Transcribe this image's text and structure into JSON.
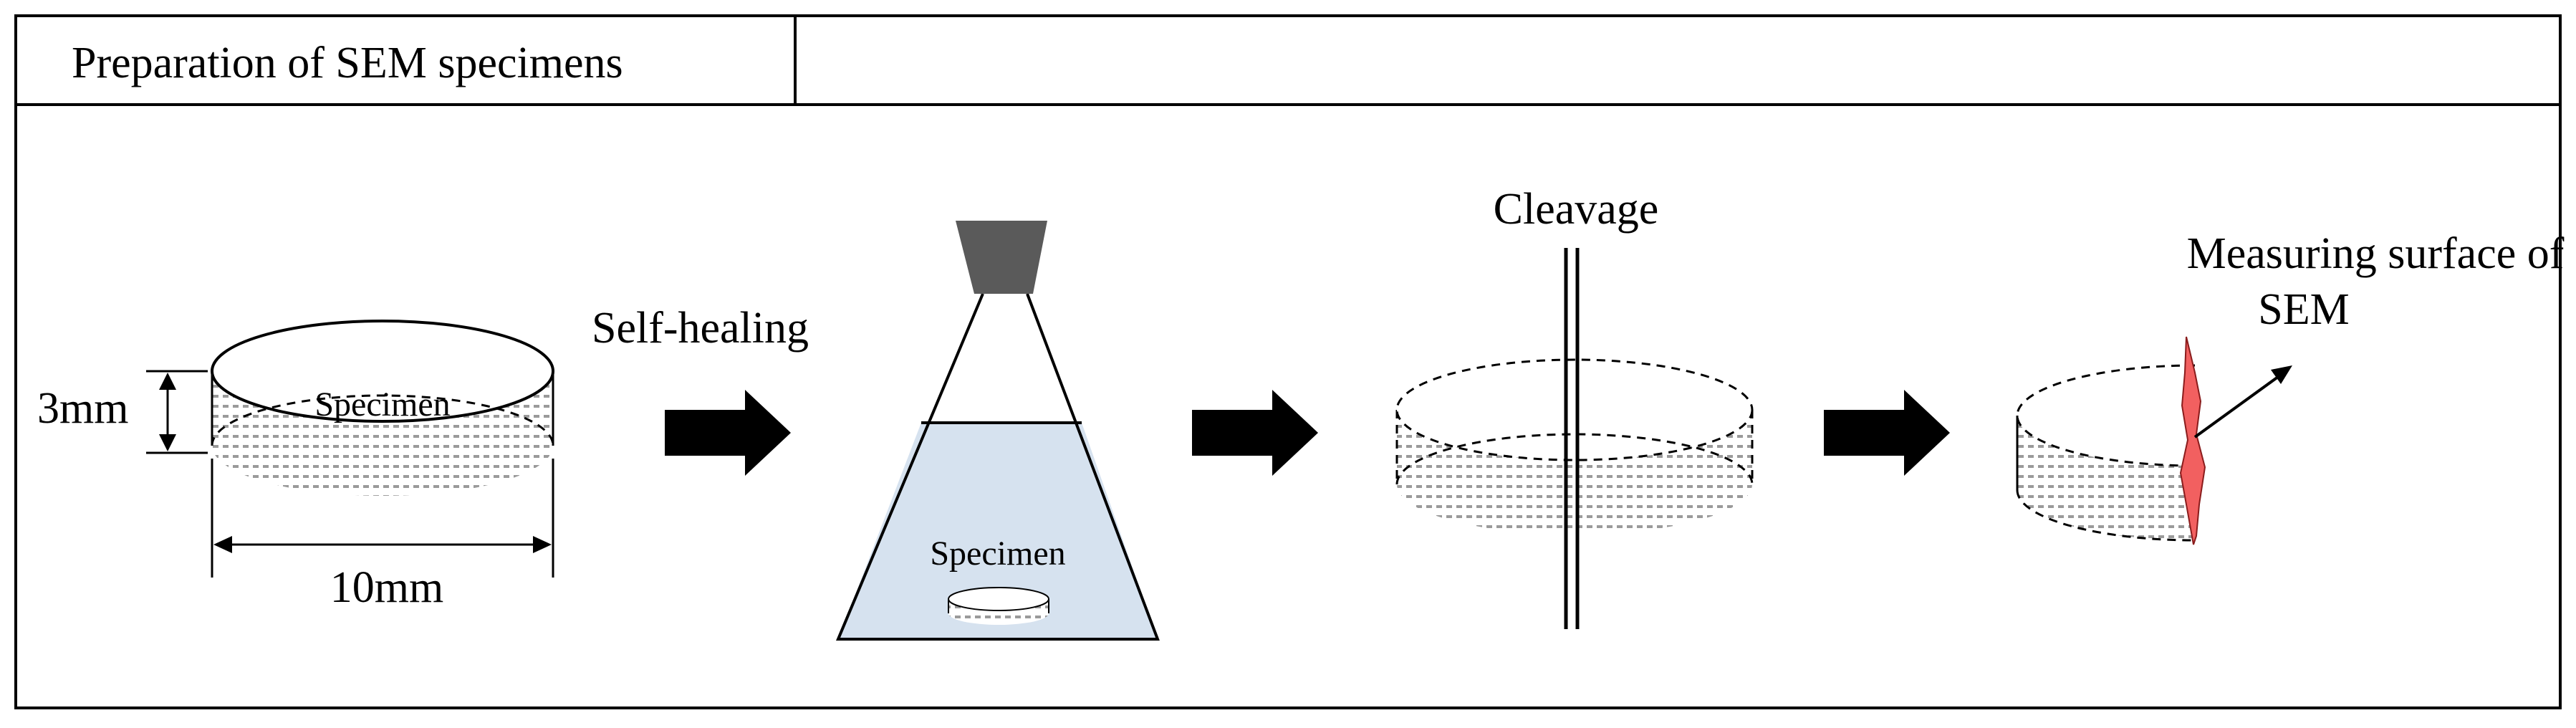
{
  "title": "Preparation of SEM specimens",
  "step1": {
    "specimen_label": "Specimen",
    "height_label": "3mm",
    "width_label": "10mm"
  },
  "step2": {
    "process_label": "Self-healing",
    "specimen_label": "Specimen"
  },
  "step3": {
    "process_label": "Cleavage"
  },
  "step4": {
    "label_line1": "Measuring surface of",
    "label_line2": "SEM"
  },
  "colors": {
    "liquid": "#d6e2ef",
    "stopper": "#5a5a5a",
    "fracture_surface": "#f26060"
  }
}
